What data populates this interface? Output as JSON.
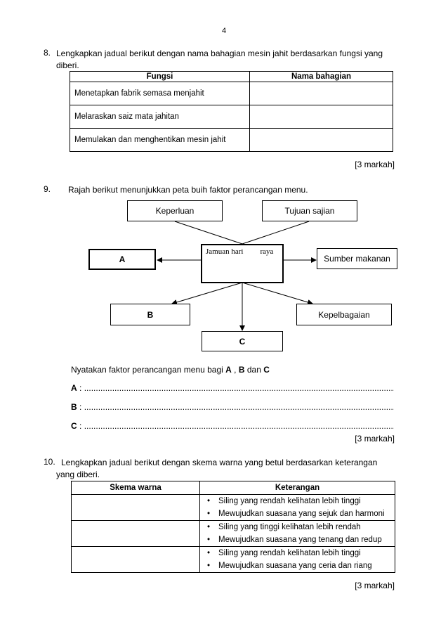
{
  "page_number": "4",
  "q8": {
    "number": "8.",
    "text_line1": "Lengkapkan jadual berikut dengan nama bahagian mesin jahit berdasarkan fungsi yang",
    "text_line2": "diberi.",
    "headers": [
      "Fungsi",
      "Nama bahagian"
    ],
    "rows": [
      {
        "fungsi": "Menetapkan  fabrik semasa menjahit",
        "nama": ""
      },
      {
        "fungsi": "Melaraskan  saiz mata jahitan",
        "nama": ""
      },
      {
        "fungsi": "Memulakan  dan menghentikan mesin jahit",
        "nama": ""
      }
    ],
    "marks": "[3 markah]"
  },
  "q9": {
    "number": "9.",
    "text": "Rajah berikut menunjukkan peta buih faktor perancangan menu.",
    "diagram": {
      "center_word1": "Jamuan hari",
      "center_word2": "raya",
      "keperluan": "Keperluan",
      "tujuan": "Tujuan sajian",
      "a": "A",
      "sumber": "Sumber makanan",
      "b": "B",
      "kepelbagaian": "Kepelbagaian",
      "c": "C"
    },
    "instruction_pre": "Nyatakan faktor perancangan menu bagi  ",
    "instruction_a": "A",
    "instruction_sep1": " ,  ",
    "instruction_b": "B",
    "instruction_dan": "  dan  ",
    "instruction_c": "C",
    "answer_labels": [
      "A",
      "B",
      "C"
    ],
    "colon": ":",
    "dots": ".................................................................................................................................................",
    "marks": "[3 markah]"
  },
  "q10": {
    "number": "10.",
    "text_line1": "Lengkapkan jadual berikut dengan skema warna yang betul berdasarkan keterangan",
    "text_line2": "yang diberi.",
    "headers": [
      "Skema warna",
      "Keterangan"
    ],
    "rows": [
      {
        "skema": "",
        "points": [
          "Siling yang rendah kelihatan lebih tinggi",
          "Mewujudkan suasana yang sejuk dan harmoni"
        ]
      },
      {
        "skema": "",
        "points": [
          "Siling yang tinggi kelihatan lebih rendah",
          "Mewujudkan suasana yang tenang dan redup"
        ]
      },
      {
        "skema": "",
        "points": [
          "Siling yang rendah kelihatan lebih tinggi",
          "Mewujudkan suasana yang ceria dan riang"
        ]
      }
    ],
    "marks": "[3 markah]"
  }
}
